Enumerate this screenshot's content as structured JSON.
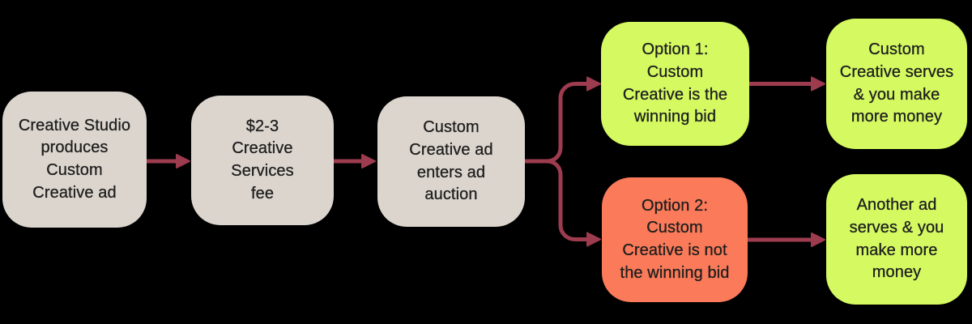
{
  "colors": {
    "background": "#000000",
    "box_neutral": "#DCD5CE",
    "box_positive": "#D4F961",
    "box_negative": "#FA7A59",
    "arrow": "#9D3B4F",
    "text": "#1E1E1E"
  },
  "nodes": [
    {
      "id": "creative-studio",
      "variant": "neutral",
      "text": "Creative Studio\nproduces\nCustom\nCreative ad"
    },
    {
      "id": "creative-services-fee",
      "variant": "neutral",
      "text": "$2-3\nCreative\nServices\nfee"
    },
    {
      "id": "ad-auction",
      "variant": "neutral",
      "text": "Custom\nCreative ad\nenters ad\nauction"
    },
    {
      "id": "option-1-winning-bid",
      "variant": "positive",
      "text": "Option 1:\nCustom\nCreative is the\nwinning bid"
    },
    {
      "id": "option-2-not-winning-bid",
      "variant": "negative",
      "text": "Option 2:\nCustom\nCreative is not\nthe winning bid"
    },
    {
      "id": "custom-creative-serves",
      "variant": "positive",
      "text": "Custom\nCreative serves\n& you make\nmore money"
    },
    {
      "id": "another-ad-serves",
      "variant": "positive",
      "text": "Another ad\nserves & you\nmake more\nmoney"
    }
  ],
  "edges": [
    {
      "from": "creative-studio",
      "to": "creative-services-fee"
    },
    {
      "from": "creative-services-fee",
      "to": "ad-auction"
    },
    {
      "from": "ad-auction",
      "to": "option-1-winning-bid"
    },
    {
      "from": "ad-auction",
      "to": "option-2-not-winning-bid"
    },
    {
      "from": "option-1-winning-bid",
      "to": "custom-creative-serves"
    },
    {
      "from": "option-2-not-winning-bid",
      "to": "another-ad-serves"
    }
  ]
}
